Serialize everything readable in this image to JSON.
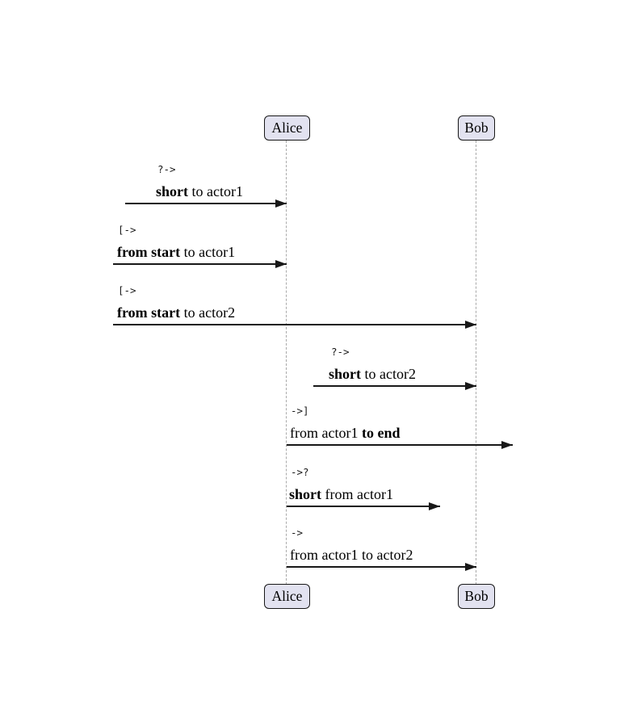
{
  "diagram": {
    "type": "sequence-diagram",
    "participants": [
      {
        "name": "Alice"
      },
      {
        "name": "Bob"
      }
    ],
    "messages": [
      {
        "code": "?->",
        "segments": [
          {
            "text": "short",
            "bold": true
          },
          {
            "text": " to actor1",
            "bold": false
          }
        ]
      },
      {
        "code": "[->",
        "segments": [
          {
            "text": "from start",
            "bold": true
          },
          {
            "text": " to actor1",
            "bold": false
          }
        ]
      },
      {
        "code": "[->",
        "segments": [
          {
            "text": "from start",
            "bold": true
          },
          {
            "text": " to actor2",
            "bold": false
          }
        ]
      },
      {
        "code": "?->",
        "segments": [
          {
            "text": "short",
            "bold": true
          },
          {
            "text": " to actor2",
            "bold": false
          }
        ]
      },
      {
        "code": "->]",
        "segments": [
          {
            "text": "from actor1 ",
            "bold": false
          },
          {
            "text": "to end",
            "bold": true
          }
        ]
      },
      {
        "code": "->?",
        "segments": [
          {
            "text": "short",
            "bold": true
          },
          {
            "text": " from actor1",
            "bold": false
          }
        ]
      },
      {
        "code": "->",
        "segments": [
          {
            "text": "from actor1 to actor2",
            "bold": false
          }
        ]
      }
    ],
    "colors": {
      "participant_fill": "#e2e2f0",
      "participant_border": "#181818",
      "lifeline": "#a9a9a9",
      "arrow": "#181818",
      "text": "#000000",
      "background": "#ffffff"
    }
  }
}
